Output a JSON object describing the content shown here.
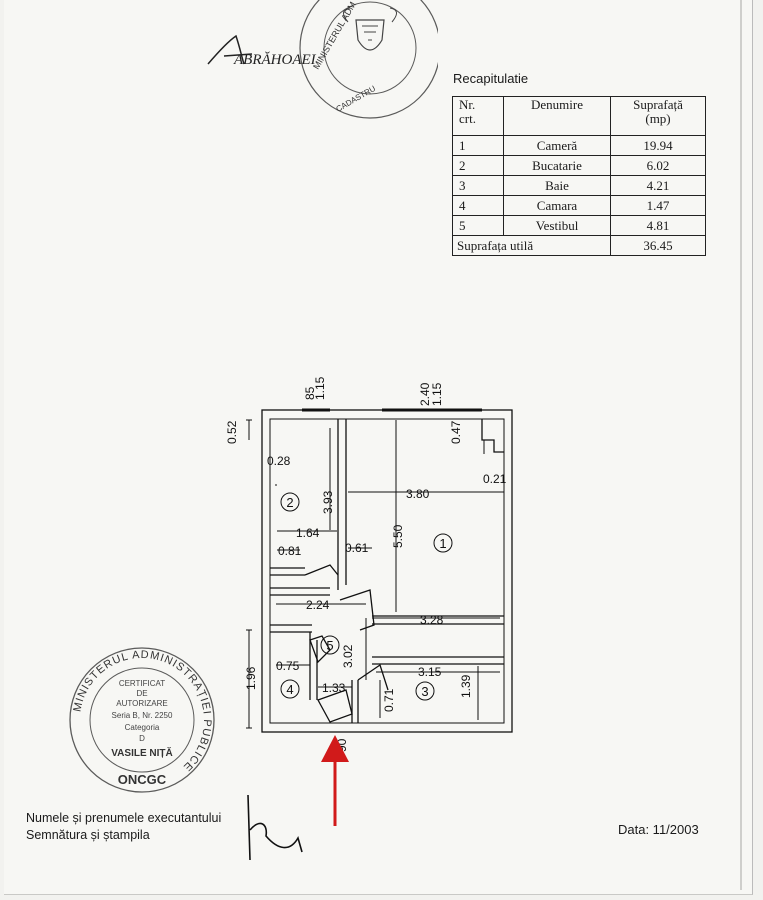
{
  "header": {
    "signature_text": "ABRĂHOAEI",
    "ministry_stamp_ring": "MINISTERUL ADMINISTRAȚIEI • AGENȚIA NAȚIONALĂ DE CADASTRU, GEODEZIE ȘI CARTOGRAFIE"
  },
  "recap": {
    "title": "Recapitulatie",
    "columns": [
      "Nr. crt.",
      "Denumire",
      "Suprafața (mp)"
    ],
    "col1_line1": "Nr.",
    "col1_line2": "crt.",
    "col3_line1": "Suprafață",
    "col3_line2": "(mp)",
    "rows": [
      {
        "nr": "1",
        "name": "Cameră",
        "area": "19.94"
      },
      {
        "nr": "2",
        "name": "Bucatarie",
        "area": "6.02"
      },
      {
        "nr": "3",
        "name": "Baie",
        "area": "4.21"
      },
      {
        "nr": "4",
        "name": "Camara",
        "area": "1.47"
      },
      {
        "nr": "5",
        "name": "Vestibul",
        "area": "4.81"
      }
    ],
    "total_label": "Suprafața utilă",
    "total_value": "36.45"
  },
  "plan": {
    "dimensions": {
      "d085": "85",
      "d115a": "1.15",
      "d240": "2.40",
      "d115b": "1.15",
      "d052": "0.52",
      "d047": "0.47",
      "d028": "0.28",
      "d393": "3.93",
      "d380": "3.80",
      "d021": "0.21",
      "d164": "1.64",
      "d550": "5.50",
      "d081": "0.81",
      "d061": "0.61",
      "d224": "2.24",
      "d328": "3.28",
      "d302": "3.02",
      "d196": "1.96",
      "d075": "0.75",
      "d315": "3.15",
      "d133": "1.33",
      "d139": "1.39",
      "d071": "0.71",
      "d090": "90"
    },
    "rooms": [
      "1",
      "2",
      "3",
      "4",
      "5"
    ]
  },
  "authorization_stamp": {
    "ring_text": "MINISTERUL ADMINISTRAȚIEI PUBLICE",
    "line1": "CERTIFICAT",
    "line2": "DE",
    "line3": "AUTORIZARE",
    "line4": "Seria B, Nr. 2250",
    "line5": "Categoria",
    "line6": "D",
    "name": "VASILE NIȚĂ",
    "bottom": "ONCGC"
  },
  "footer": {
    "executant_line1": "Numele și prenumele executantului",
    "executant_line2": "Semnătura și ștampila",
    "date": "Data: 11/2003"
  },
  "colors": {
    "arrow": "#d11a1a",
    "ink": "#1a1a1a",
    "paper": "#f7f7f4"
  }
}
